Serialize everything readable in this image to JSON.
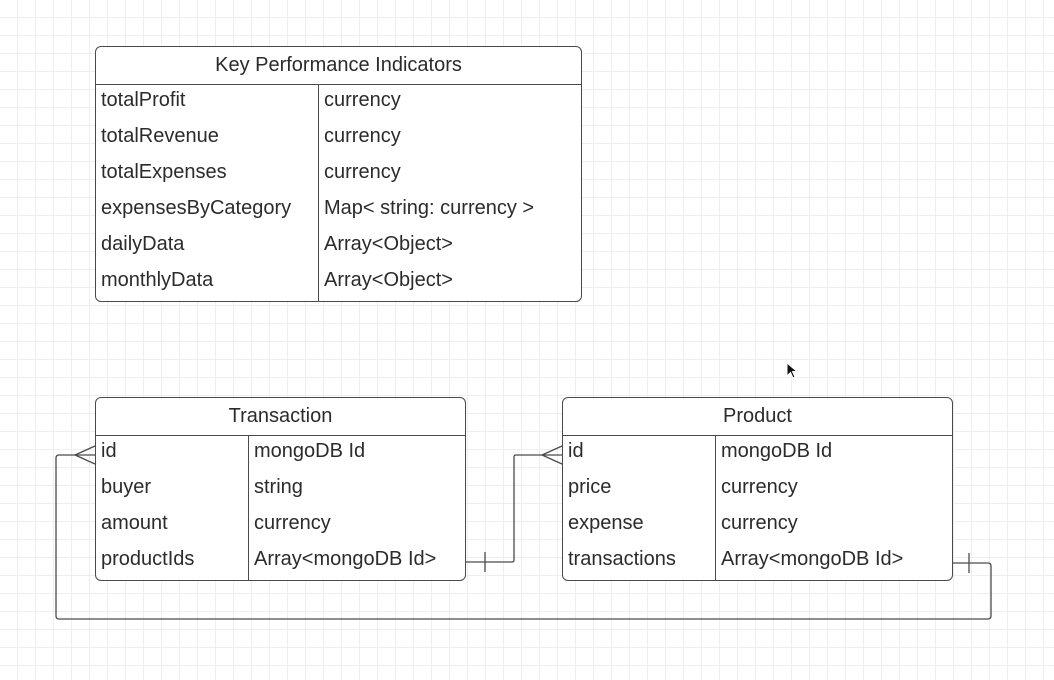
{
  "diagram": {
    "entities": [
      {
        "id": "kpi",
        "title": "Key Performance Indicators",
        "fields": [
          {
            "name": "totalProfit",
            "type": "currency"
          },
          {
            "name": "totalRevenue",
            "type": "currency"
          },
          {
            "name": "totalExpenses",
            "type": "currency"
          },
          {
            "name": "expensesByCategory",
            "type": "Map< string: currency >"
          },
          {
            "name": "dailyData",
            "type": "Array<Object>"
          },
          {
            "name": "monthlyData",
            "type": "Array<Object>"
          }
        ]
      },
      {
        "id": "transaction",
        "title": "Transaction",
        "fields": [
          {
            "name": "id",
            "type": "mongoDB Id"
          },
          {
            "name": "buyer",
            "type": "string"
          },
          {
            "name": "amount",
            "type": "currency"
          },
          {
            "name": "productIds",
            "type": "Array<mongoDB Id>"
          }
        ]
      },
      {
        "id": "product",
        "title": "Product",
        "fields": [
          {
            "name": "id",
            "type": "mongoDB Id"
          },
          {
            "name": "price",
            "type": "currency"
          },
          {
            "name": "expense",
            "type": "currency"
          },
          {
            "name": "transactions",
            "type": "Array<mongoDB Id>"
          }
        ]
      }
    ],
    "relationships": [
      {
        "from": "Transaction.productIds",
        "to": "Product.id",
        "from_end": "one",
        "to_end": "many"
      },
      {
        "from": "Product.transactions",
        "to": "Transaction.id",
        "from_end": "one",
        "to_end": "many"
      }
    ],
    "colors": {
      "line": "#4a4a4a",
      "grid": "#eeeeee",
      "background": "#ffffff"
    }
  }
}
